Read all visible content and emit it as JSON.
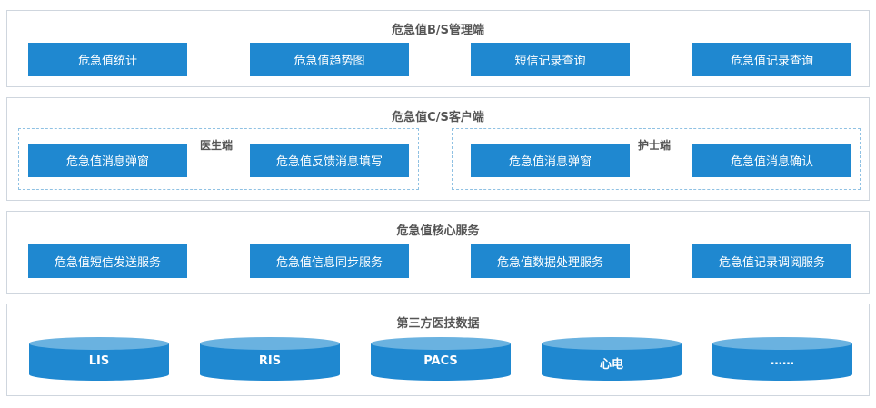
{
  "layers": {
    "bs": {
      "title": "危急值B/S管理端",
      "items": [
        "危急值统计",
        "危急值趋势图",
        "短信记录查询",
        "危急值记录查询"
      ]
    },
    "cs": {
      "title": "危急值C/S客户端",
      "doctor": {
        "label": "医生端",
        "items": [
          "危急值消息弹窗",
          "危急值反馈消息填写"
        ]
      },
      "nurse": {
        "label": "护士端",
        "items": [
          "危急值消息弹窗",
          "危急值消息确认"
        ]
      }
    },
    "core": {
      "title": "危急值核心服务",
      "items": [
        "危急值短信发送服务",
        "危急值信息同步服务",
        "危急值数据处理服务",
        "危急值记录调阅服务"
      ]
    },
    "third": {
      "title": "第三方医技数据",
      "items": [
        "LIS",
        "RIS",
        "PACS",
        "心电",
        "……"
      ]
    }
  },
  "colors": {
    "box": "#1f88d0",
    "db_top": "#6ab2e0",
    "panel_border": "#cfd6de",
    "dash": "#8fc1e3"
  }
}
